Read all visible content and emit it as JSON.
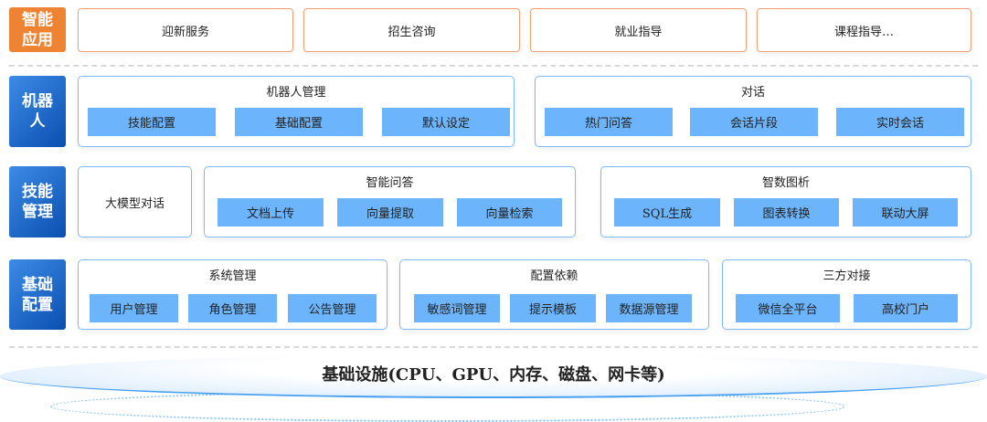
{
  "layers": {
    "app": {
      "label": "智能应用",
      "items": [
        "迎新服务",
        "招生咨询",
        "就业指导",
        "课程指导…"
      ]
    },
    "robot": {
      "label": "机器人",
      "groups": [
        {
          "title": "机器人管理",
          "items": [
            "技能配置",
            "基础配置",
            "默认设定"
          ]
        },
        {
          "title": "对话",
          "items": [
            "热门问答",
            "会话片段",
            "实时会话"
          ]
        }
      ]
    },
    "skill": {
      "label": "技能管理",
      "single": "大模型对话",
      "groups": [
        {
          "title": "智能问答",
          "items": [
            "文档上传",
            "向量提取",
            "向量检索"
          ]
        },
        {
          "title": "智数图析",
          "items": [
            "SQL生成",
            "图表转换",
            "联动大屏"
          ]
        }
      ]
    },
    "base": {
      "label": "基础配置",
      "groups": [
        {
          "title": "系统管理",
          "items": [
            "用户管理",
            "角色管理",
            "公告管理"
          ]
        },
        {
          "title": "配置依赖",
          "items": [
            "敏感词管理",
            "提示模板",
            "数据源管理"
          ]
        },
        {
          "title": "三方对接",
          "items": [
            "微信全平台",
            "高校门户"
          ]
        }
      ]
    },
    "infra": {
      "label": "基础设施(CPU、GPU、内存、磁盘、网卡等)"
    }
  }
}
